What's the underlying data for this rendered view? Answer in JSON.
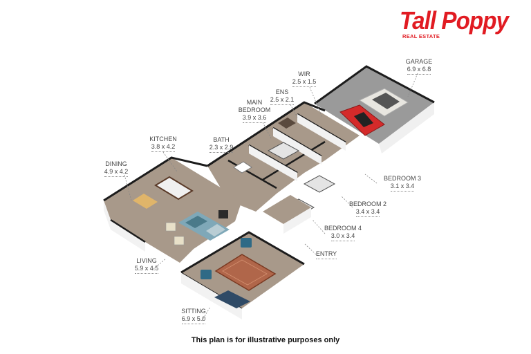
{
  "brand": {
    "name": "Tall Poppy",
    "tagline": "REAL ESTATE",
    "color": "#e11b22"
  },
  "rooms": [
    {
      "name": "GARAGE",
      "dims": "6.9 x 6.8"
    },
    {
      "name": "WIR",
      "dims": "2.5 x 1.5"
    },
    {
      "name": "ENS",
      "dims": "2.5 x 2.1"
    },
    {
      "name": "MAIN BEDROOM",
      "dims": "3.9 x 3.6"
    },
    {
      "name": "KITCHEN",
      "dims": "3.8 x 4.2"
    },
    {
      "name": "BATH",
      "dims": "2.3 x 2.9"
    },
    {
      "name": "DINING",
      "dims": "4.9 x 4.2"
    },
    {
      "name": "BEDROOM 3",
      "dims": "3.1 x 3.4"
    },
    {
      "name": "BEDROOM 2",
      "dims": "3.4 x 3.4"
    },
    {
      "name": "BEDROOM 4",
      "dims": "3.0 x 3.4"
    },
    {
      "name": "ENTRY",
      "dims": ""
    },
    {
      "name": "LIVING",
      "dims": "5.9 x 4.5"
    },
    {
      "name": "SITTING",
      "dims": "6.9 x 5.0"
    }
  ],
  "labels": {
    "main_bedroom_line1": "MAIN",
    "main_bedroom_line2": "BEDROOM"
  },
  "colors": {
    "floor": "#a8998a",
    "wall_top": "#1c1c1c",
    "wall_side": "#f2f2f2",
    "garage_floor": "#9a9a9a",
    "rug_sitting": "#b0664a",
    "rug_living": "#7fa8b8",
    "chair_blue": "#2f6a86",
    "car_red": "#d42a2a",
    "car_white": "#e8e6e0"
  },
  "disclaimer": "This plan is for illustrative purposes only"
}
